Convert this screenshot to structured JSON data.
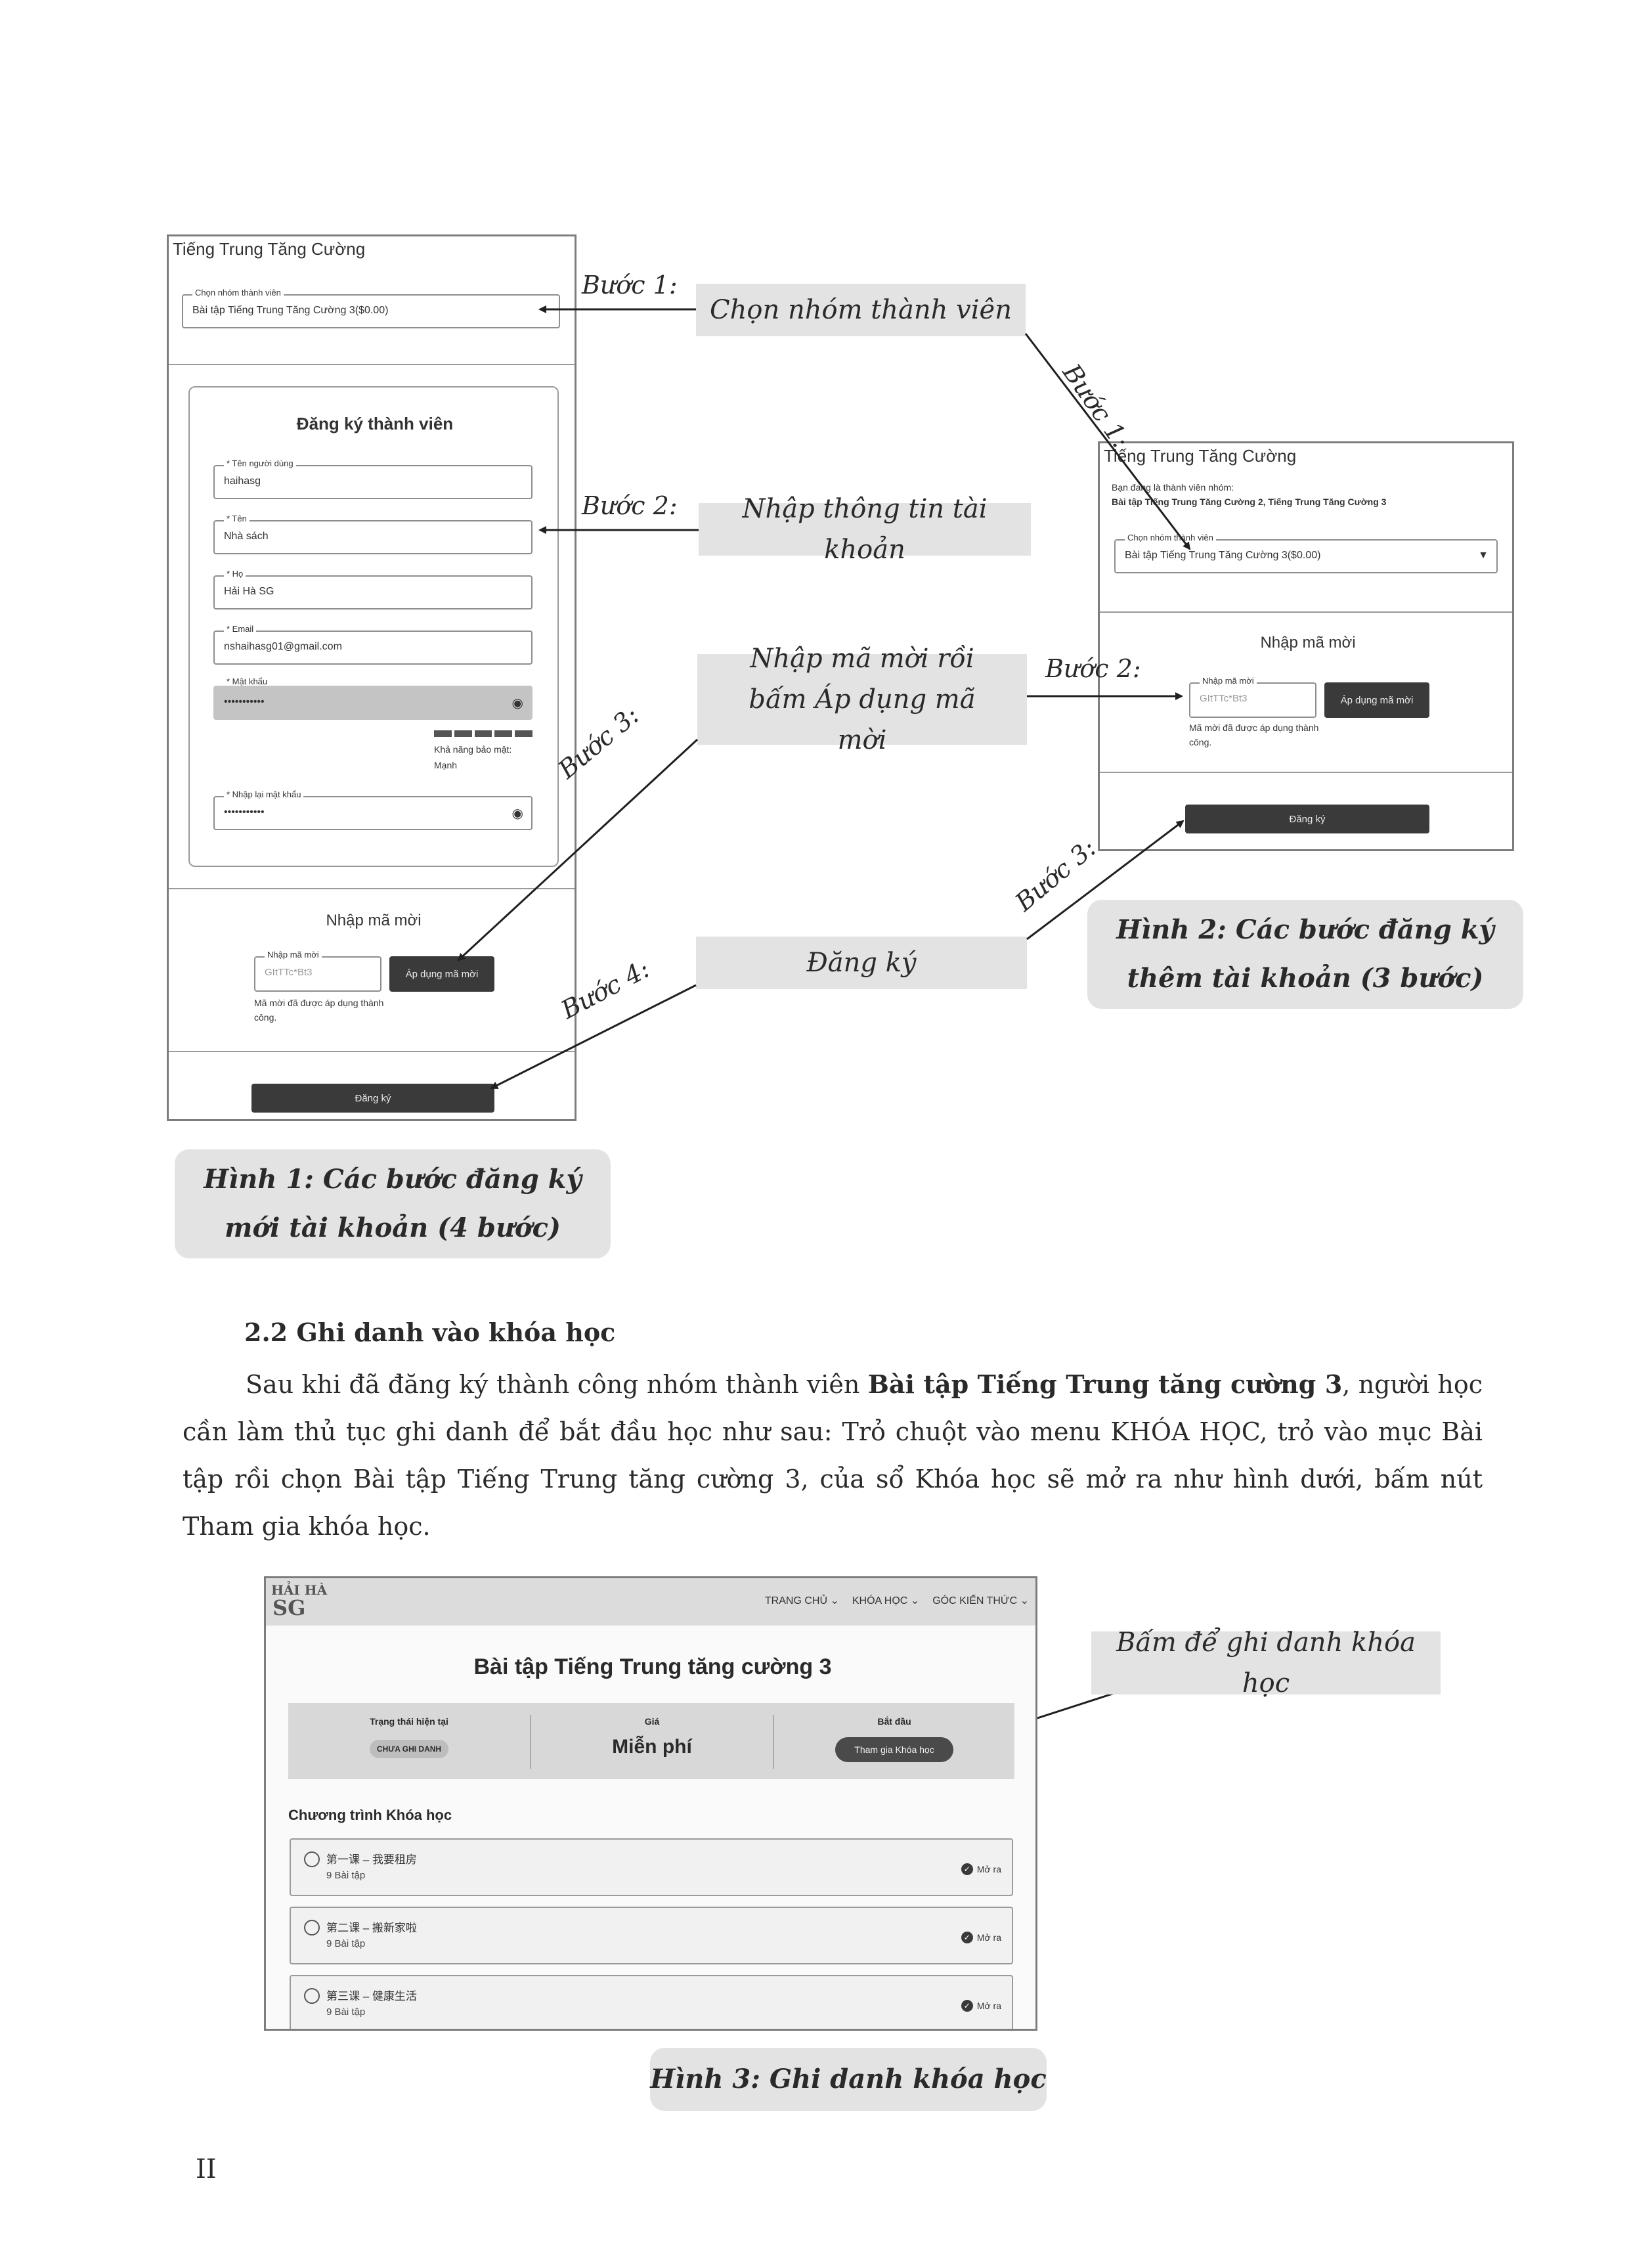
{
  "fig1": {
    "app_title": "Tiếng Trung Tăng Cường",
    "group_label": "Chọn nhóm thành viên",
    "group_value": "Bài tập Tiếng Trung Tăng Cường 3($0.00)",
    "form_title": "Đăng ký thành viên",
    "username_label": "* Tên người dùng",
    "username_value": "haihasg",
    "firstname_label": "* Tên",
    "firstname_value": "Nhà sách",
    "lastname_label": "* Họ",
    "lastname_value": "Hải Hà SG",
    "email_label": "* Email",
    "email_value": "nshaihasg01@gmail.com",
    "password_label": "* Mật khẩu",
    "password_value": "•••••••••••",
    "strength_label": "Khả năng bảo mật:",
    "strength_value": "Mạnh",
    "confirm_label": "* Nhập lại mật khẩu",
    "confirm_value": "•••••••••••",
    "invite_title": "Nhập mã mời",
    "invite_label": "Nhập mã mời",
    "invite_value": "GItTTc*Bt3",
    "apply_button": "Áp dụng mã mời",
    "invite_success": "Mã mời đã được áp dụng thành công.",
    "register_button": "Đăng ký"
  },
  "fig2": {
    "app_title": "Tiếng Trung Tăng Cường",
    "member_note": "Bạn đang là thành viên nhóm:",
    "member_groups": "Bài tập Tiếng Trung Tăng Cường 2, Tiếng Trung Tăng Cường 3",
    "group_label": "Chọn nhóm thành viên",
    "group_value": "Bài tập Tiếng Trung Tăng Cường 3($0.00)",
    "invite_title": "Nhập mã mời",
    "invite_label": "Nhập mã mời",
    "invite_value": "GItTTc*Bt3",
    "apply_button": "Áp dụng mã mời",
    "invite_success": "Mã mời đã được áp dụng thành công.",
    "register_button": "Đăng ký"
  },
  "callouts": {
    "choose_group": "Chọn nhóm thành viên",
    "enter_info": "Nhập thông tin tài khoản",
    "enter_code": "Nhập mã mời rồi bấm Áp dụng mã mời",
    "register": "Đăng ký",
    "enroll": "Bấm để ghi danh khóa học"
  },
  "steps": {
    "step1": "Bước 1:",
    "step2": "Bước 2:",
    "step3": "Bước 3:",
    "step4": "Bước 4:"
  },
  "captions": {
    "fig1": "Hình 1: Các bước đăng ký mới tài khoản (4 bước)",
    "fig2": "Hình 2: Các bước đăng ký thêm tài khoản (3 bước)",
    "fig3": "Hình 3: Ghi danh khóa học"
  },
  "section": {
    "heading": "2.2 Ghi danh vào khóa học",
    "para_before": "Sau khi đã đăng ký thành công nhóm thành viên ",
    "para_bold": "Bài tập Tiếng Trung tăng cường 3",
    "para_after": ", người học cần làm thủ tục ghi danh để bắt đầu học như sau: Trỏ chuột vào menu KHÓA HỌC, trỏ vào mục Bài tập rồi chọn Bài tập Tiếng Trung tăng cường 3, của sổ Khóa học sẽ mở ra như hình dưới, bấm nút Tham gia khóa học."
  },
  "fig3": {
    "logo_top": "HẢI HÀ",
    "logo_bottom": "SG",
    "nav": [
      "TRANG CHỦ",
      "KHÓA HỌC",
      "GÓC KIẾN THỨC"
    ],
    "course_title": "Bài tập Tiếng Trung tăng cường 3",
    "status_label": "Trạng thái hiện tại",
    "status_value": "CHƯA GHI DANH",
    "price_label": "Giá",
    "price_value": "Miễn phí",
    "start_label": "Bắt đầu",
    "join_button": "Tham gia Khóa học",
    "program_title": "Chương trình Khóa học",
    "lessons": [
      {
        "title": "第一课 – 我要租房",
        "count": "9 Bài tập",
        "status": "Mở ra"
      },
      {
        "title": "第二课 – 搬新家啦",
        "count": "9 Bài tập",
        "status": "Mở ra"
      },
      {
        "title": "第三课 – 健康生活",
        "count": "9 Bài tập",
        "status": "Mở ra"
      }
    ]
  },
  "page_number": "II"
}
